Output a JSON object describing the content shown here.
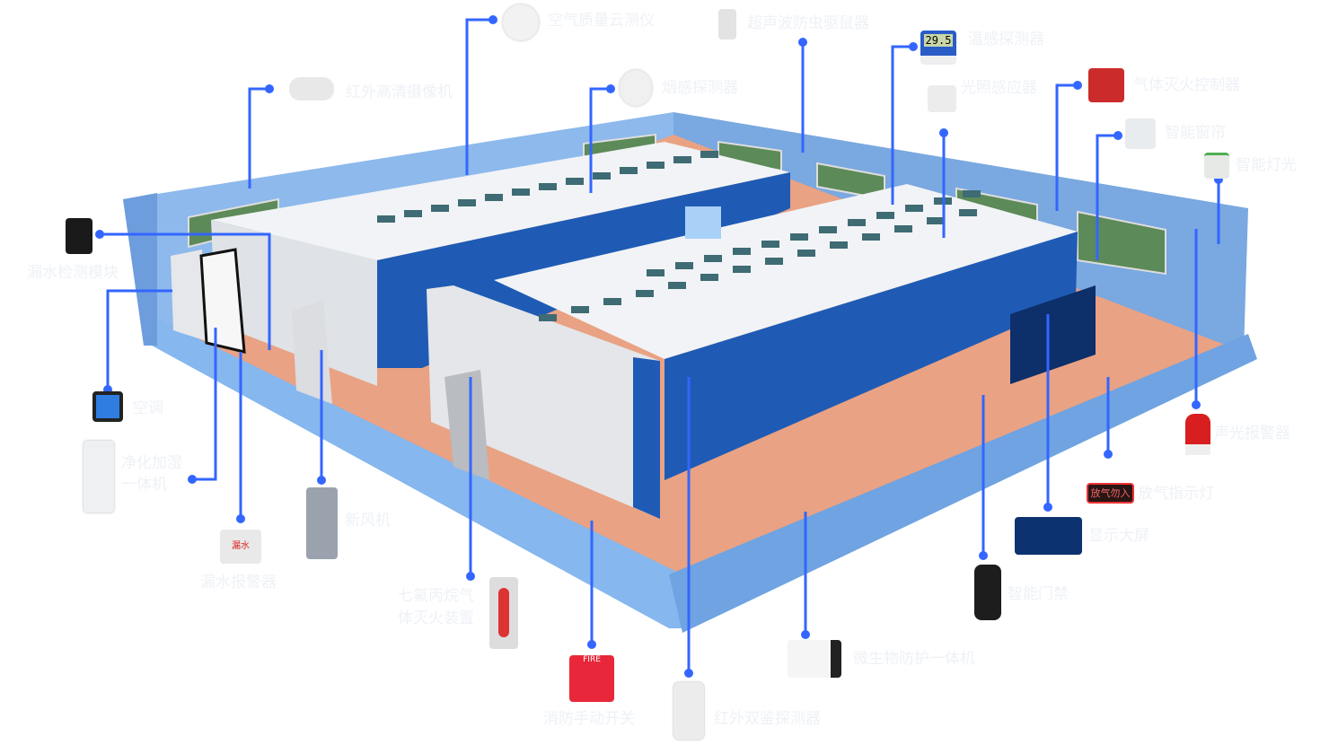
{
  "colors": {
    "connector": "#3366ff",
    "wall": "#7fb2ea",
    "floor": "#e9a283",
    "shelf_blue": "#1f5bb5",
    "label": "#eef1f6"
  },
  "devices": [
    {
      "id": "air-quality",
      "label": "空气质量云测仪"
    },
    {
      "id": "ultrasonic-repeller",
      "label": "超声波防虫驱鼠器"
    },
    {
      "id": "ir-camera",
      "label": "红外高清摄像机"
    },
    {
      "id": "smoke-detector",
      "label": "烟感探测器"
    },
    {
      "id": "temp-detector",
      "label": "温感探测器",
      "reading": "29.5"
    },
    {
      "id": "light-sensor",
      "label": "光照感应器"
    },
    {
      "id": "gas-extinguish-controller",
      "label": "气体灭火控制器"
    },
    {
      "id": "smart-curtain",
      "label": "智能窗帘"
    },
    {
      "id": "smart-light",
      "label": "智能灯光"
    },
    {
      "id": "leak-module",
      "label": "漏水检测模块"
    },
    {
      "id": "air-conditioner",
      "label": "空调"
    },
    {
      "id": "purifier-humidifier",
      "label": "净化加湿",
      "label2": "一体机"
    },
    {
      "id": "leak-alarm",
      "label": "漏水报警器",
      "device_text": "漏水"
    },
    {
      "id": "fresh-air",
      "label": "新风机"
    },
    {
      "id": "hfc-extinguisher",
      "label": "七氟丙烷气",
      "label2": "体灭火装置"
    },
    {
      "id": "fire-manual-switch",
      "label": "消防手动开关",
      "device_text": "FIRE"
    },
    {
      "id": "ir-dual-detector",
      "label": "红外双鉴探测器"
    },
    {
      "id": "microbe-protector",
      "label": "微生物防护一体机"
    },
    {
      "id": "access-control",
      "label": "智能门禁"
    },
    {
      "id": "display-screen",
      "label": "显示大屏"
    },
    {
      "id": "release-indicator",
      "label": "放气指示灯",
      "device_text": "放气勿入"
    },
    {
      "id": "sound-light-alarm",
      "label": "声光报警器"
    }
  ]
}
